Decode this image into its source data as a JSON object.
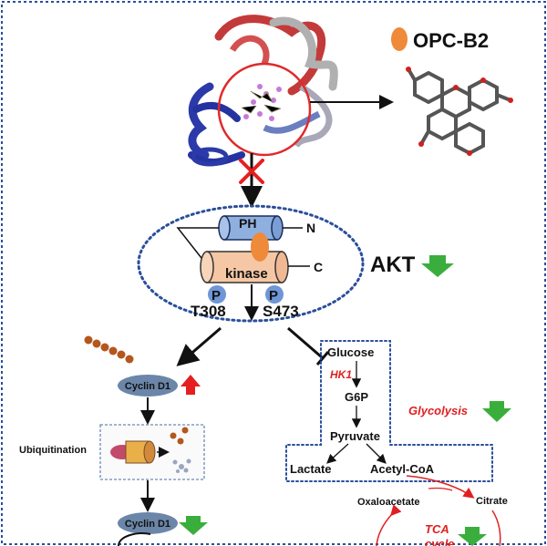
{
  "labels": {
    "compound": "OPC-B2",
    "ph": "PH",
    "n_term": "N",
    "kinase": "kinase",
    "c_term": "C",
    "akt": "AKT",
    "p1": "P",
    "p2": "P",
    "t308": "T308",
    "s473": "S473",
    "cyclin_top": "Cyclin D1",
    "cyclin_bottom": "Cyclin D1",
    "ubiquitination": "Ubiquitination",
    "glucose": "Glucose",
    "hk1": "HK1",
    "g6p": "G6P",
    "pyruvate": "Pyruvate",
    "lactate": "Lactate",
    "acetyl_coa": "Acetyl-CoA",
    "glycolysis": "Glycolysis",
    "oxaloacetate": "Oxaloacetate",
    "citrate": "Citrate",
    "tca_line1": "TCA",
    "tca_line2": "cycle"
  },
  "colors": {
    "border_dash": "#2a4f9a",
    "ph_blue": "#8fb0de",
    "kinase_peach": "#f6c7a4",
    "opc_orange": "#ee8a3a",
    "p_blue": "#6f96d6",
    "green_arrow": "#3aae3c",
    "red_arrow": "#e51f1f",
    "red_text": "#e02020",
    "cyclin_fill": "#6b86a8",
    "beads": "#b5561c"
  }
}
